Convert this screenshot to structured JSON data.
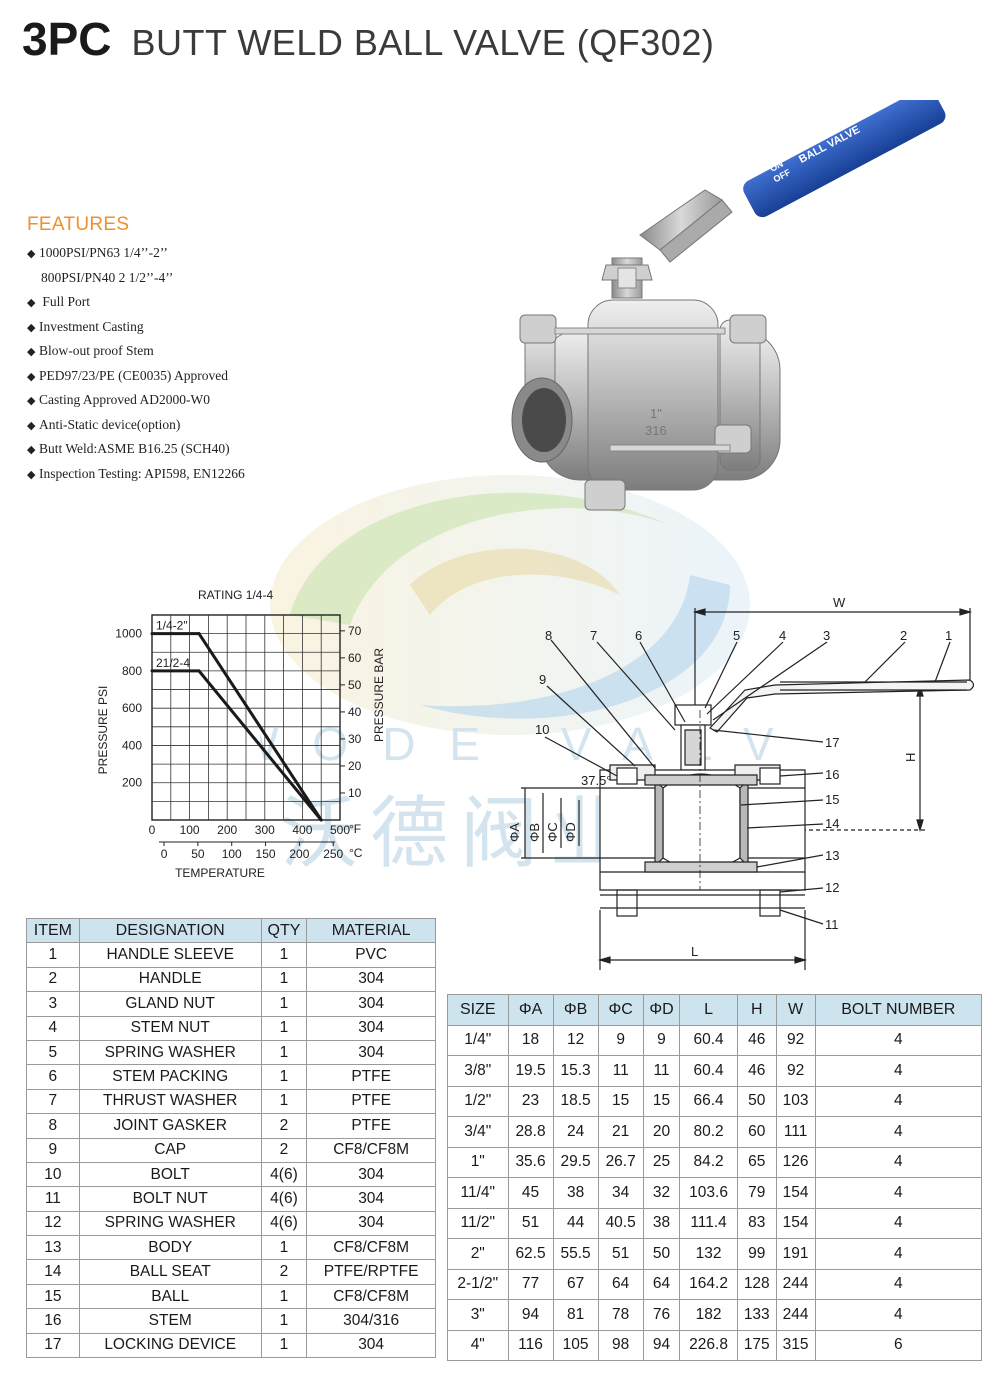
{
  "header": {
    "model": "3PC",
    "name": "BUTT WELD BALL VALVE (QF302)"
  },
  "features": {
    "title": "FEATURES",
    "items": [
      {
        "bullet": "◆",
        "text": "1000PSI/PN63 1/4’’-2’’"
      },
      {
        "bullet": "",
        "text": "800PSI/PN40 2 1/2’’-4’’"
      },
      {
        "bullet": "◆",
        "text": " Full Port"
      },
      {
        "bullet": "◆",
        "text": "Investment Casting"
      },
      {
        "bullet": "◆",
        "text": "Blow-out proof Stem"
      },
      {
        "bullet": "◆",
        "text": "PED97/23/PE (CE0035) Approved"
      },
      {
        "bullet": "◆",
        "text": "Casting Approved AD2000-W0"
      },
      {
        "bullet": "◆",
        "text": "Anti-Static device(option)"
      },
      {
        "bullet": "◆",
        "text": "Butt Weld:ASME B16.25 (SCH40)"
      },
      {
        "bullet": "◆",
        "text": "Inspection Testing: API598, EN12266"
      }
    ]
  },
  "photo": {
    "handle_text_1": "ON",
    "handle_text_2": "OFF",
    "handle_text_3": "BALL VALVE",
    "handle_color": "#1f4fb0",
    "body_mark_1": "1\"",
    "body_mark_2": "316"
  },
  "watermark": {
    "text": "WODE VALVE",
    "cn": "沃德阀业"
  },
  "chart_data": {
    "type": "line",
    "title": "RATING  1/4-4",
    "xlabel": "TEMPERATURE",
    "ylabel": "PRESSURE PSI",
    "y2label": "PRESSURE BAR",
    "x_ticks_f": [
      "0",
      "100",
      "200",
      "300",
      "400",
      "500"
    ],
    "x_unit_f": "°F",
    "x_ticks_c": [
      "0",
      "50",
      "100",
      "150",
      "200",
      "250"
    ],
    "x_unit_c": "°C",
    "y_ticks_psi": [
      "200",
      "400",
      "600",
      "800",
      "1000"
    ],
    "y_ticks_bar": [
      "10",
      "20",
      "30",
      "40",
      "50",
      "60",
      "70"
    ],
    "xlim": [
      0,
      500
    ],
    "ylim": [
      0,
      1100
    ],
    "grid": true,
    "series": [
      {
        "name": "1/4-2\"",
        "x": [
          0,
          125,
          450
        ],
        "y": [
          1000,
          1000,
          0
        ]
      },
      {
        "name": "21/2-4",
        "x": [
          0,
          125,
          450
        ],
        "y": [
          800,
          800,
          0
        ]
      }
    ]
  },
  "drawing": {
    "dims": {
      "w": "W",
      "h": "H",
      "l": "L",
      "a": "ΦA",
      "b": "ΦB",
      "c": "ΦC",
      "d": "ΦD",
      "angle": "37.5°"
    },
    "callouts": {
      "c1": "1",
      "c2": "2",
      "c3": "3",
      "c4": "4",
      "c5": "5",
      "c6": "6",
      "c7": "7",
      "c8": "8",
      "c9": "9",
      "c10": "10",
      "c11": "11",
      "c12": "12",
      "c13": "13",
      "c14": "14",
      "c15": "15",
      "c16": "16",
      "c17": "17"
    }
  },
  "parts_table": {
    "headers": [
      "ITEM",
      "DESIGNATION",
      "QTY",
      "MATERIAL"
    ],
    "rows": [
      [
        "1",
        "HANDLE SLEEVE",
        "1",
        "PVC"
      ],
      [
        "2",
        "HANDLE",
        "1",
        "304"
      ],
      [
        "3",
        "GLAND NUT",
        "1",
        "304"
      ],
      [
        "4",
        "STEM NUT",
        "1",
        "304"
      ],
      [
        "5",
        "SPRING WASHER",
        "1",
        "304"
      ],
      [
        "6",
        "STEM PACKING",
        "1",
        "PTFE"
      ],
      [
        "7",
        "THRUST WASHER",
        "1",
        "PTFE"
      ],
      [
        "8",
        "JOINT GASKER",
        "2",
        "PTFE"
      ],
      [
        "9",
        "CAP",
        "2",
        "CF8/CF8M"
      ],
      [
        "10",
        "BOLT",
        "4(6)",
        "304"
      ],
      [
        "11",
        "BOLT NUT",
        "4(6)",
        "304"
      ],
      [
        "12",
        "SPRING WASHER",
        "4(6)",
        "304"
      ],
      [
        "13",
        "BODY",
        "1",
        "CF8/CF8M"
      ],
      [
        "14",
        "BALL SEAT",
        "2",
        "PTFE/RPTFE"
      ],
      [
        "15",
        "BALL",
        "1",
        "CF8/CF8M"
      ],
      [
        "16",
        "STEM",
        "1",
        "304/316"
      ],
      [
        "17",
        "LOCKING DEVICE",
        "1",
        "304"
      ]
    ]
  },
  "dims_table": {
    "headers": [
      "SIZE",
      "ΦA",
      "ΦB",
      "ΦC",
      "ΦD",
      "L",
      "H",
      "W",
      "BOLT NUMBER"
    ],
    "rows": [
      [
        "1/4\"",
        "18",
        "12",
        "9",
        "9",
        "60.4",
        "46",
        "92",
        "4"
      ],
      [
        "3/8\"",
        "19.5",
        "15.3",
        "11",
        "11",
        "60.4",
        "46",
        "92",
        "4"
      ],
      [
        "1/2\"",
        "23",
        "18.5",
        "15",
        "15",
        "66.4",
        "50",
        "103",
        "4"
      ],
      [
        "3/4\"",
        "28.8",
        "24",
        "21",
        "20",
        "80.2",
        "60",
        "111",
        "4"
      ],
      [
        "1\"",
        "35.6",
        "29.5",
        "26.7",
        "25",
        "84.2",
        "65",
        "126",
        "4"
      ],
      [
        "11/4\"",
        "45",
        "38",
        "34",
        "32",
        "103.6",
        "79",
        "154",
        "4"
      ],
      [
        "11/2\"",
        "51",
        "44",
        "40.5",
        "38",
        "111.4",
        "83",
        "154",
        "4"
      ],
      [
        "2\"",
        "62.5",
        "55.5",
        "51",
        "50",
        "132",
        "99",
        "191",
        "4"
      ],
      [
        "2-1/2\"",
        "77",
        "67",
        "64",
        "64",
        "164.2",
        "128",
        "244",
        "4"
      ],
      [
        "3\"",
        "94",
        "81",
        "78",
        "76",
        "182",
        "133",
        "244",
        "4"
      ],
      [
        "4\"",
        "116",
        "105",
        "98",
        "94",
        "226.8",
        "175",
        "315",
        "6"
      ]
    ]
  }
}
